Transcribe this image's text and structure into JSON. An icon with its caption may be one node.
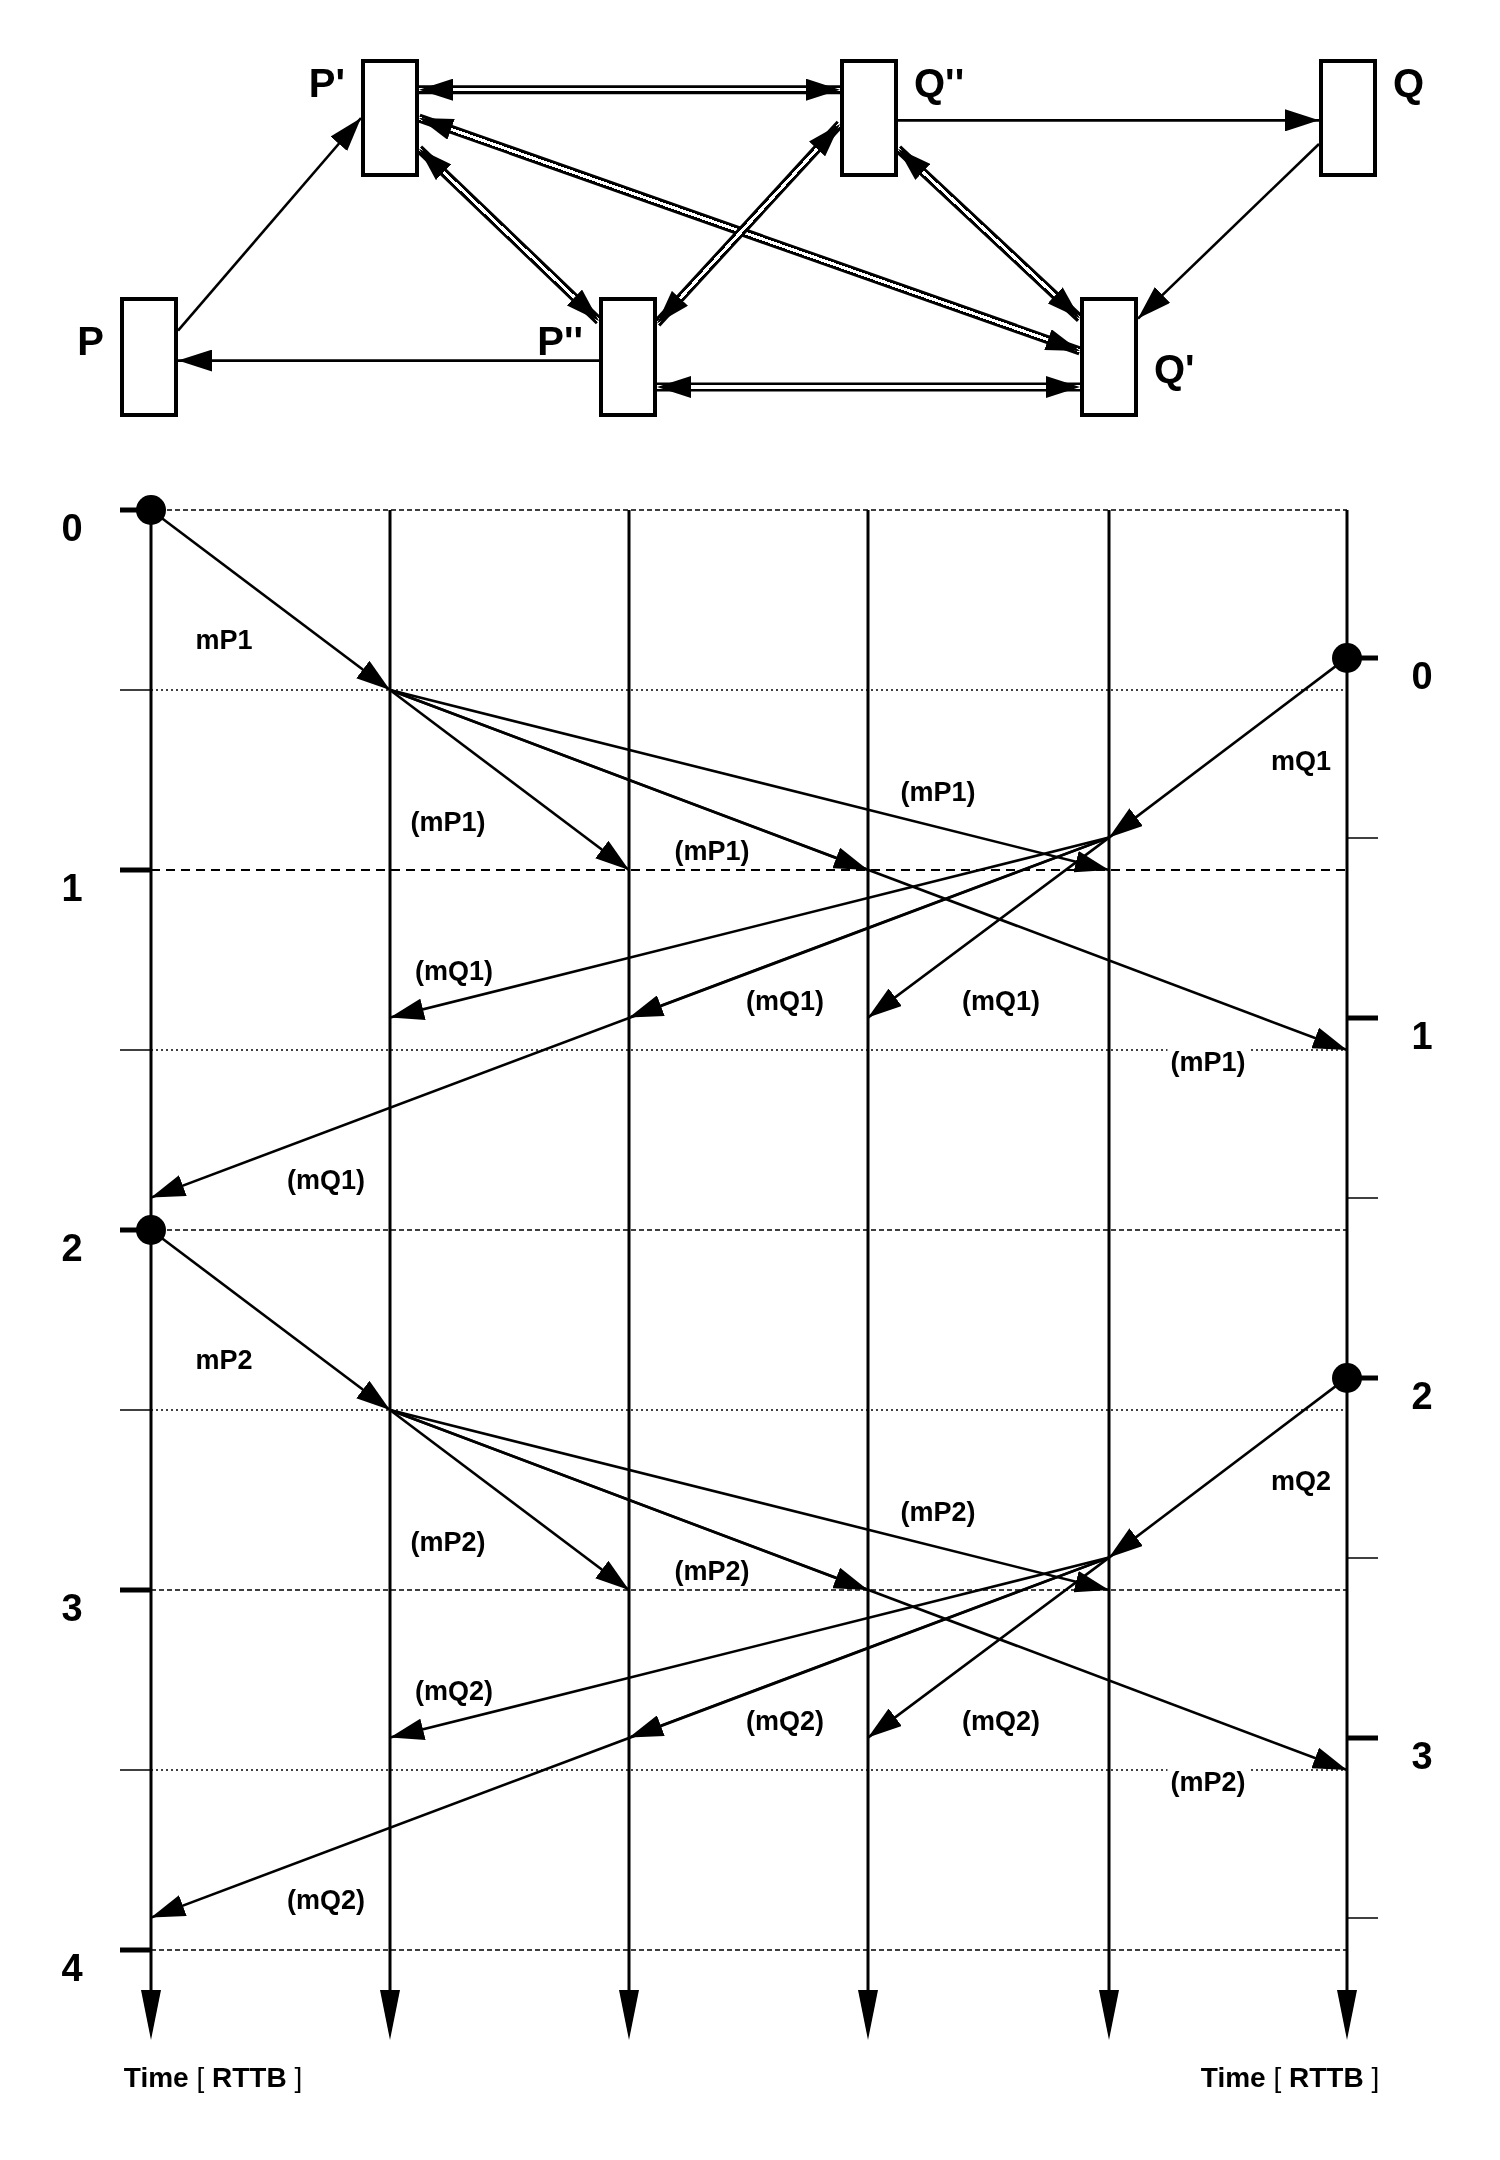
{
  "diagram": {
    "nodes": [
      {
        "text": [
          "P'"
        ]
      },
      {
        "text": [
          "Q''"
        ]
      },
      {
        "text": [
          "Q"
        ]
      },
      {
        "text": [
          "P"
        ]
      },
      {
        "text": [
          "P''"
        ]
      },
      {
        "text": [
          "Q'"
        ]
      },
      {
        "text": [],
        "shape": "line",
        "beside": [
          "**Time** [ **RTTB** ]"
        ]
      },
      {
        "text": [],
        "shape": "line"
      },
      {
        "text": [],
        "shape": "line"
      },
      {
        "text": [],
        "shape": "line"
      },
      {
        "text": [],
        "shape": "line"
      },
      {
        "text": [],
        "shape": "line",
        "beside": [
          "**Time** [ **RTTB** ]"
        ]
      }
    ],
    "edges": [
      {
        "from": 3,
        "to": 0,
        "arrow": "to"
      },
      {
        "from": 4,
        "to": 3,
        "arrow": "to"
      },
      {
        "from": 0,
        "to": 1,
        "arrow": "both",
        "style": "thick"
      },
      {
        "from": 0,
        "to": 4,
        "arrow": "both",
        "style": "thick"
      },
      {
        "from": 0,
        "to": 5,
        "arrow": "both",
        "style": "thick"
      },
      {
        "from": 1,
        "to": 4,
        "arrow": "both",
        "style": "thick"
      },
      {
        "from": 1,
        "to": 5,
        "arrow": "both",
        "style": "thick"
      },
      {
        "from": 1,
        "to": 2,
        "arrow": "to"
      },
      {
        "from": 2,
        "to": 5,
        "arrow": "to"
      },
      {
        "from": 4,
        "to": 5,
        "arrow": "both",
        "style": "thick"
      },
      {
        "from": 6,
        "to": 7,
        "arrow": "to",
        "label": "mP1"
      },
      {
        "from": 7,
        "to": 8,
        "arrow": "to",
        "label": "(mP1)"
      },
      {
        "from": 7,
        "to": 9,
        "arrow": "to",
        "label": "(mP1)"
      },
      {
        "from": 7,
        "to": 10,
        "arrow": "to",
        "label": "(mP1)"
      },
      {
        "from": 7,
        "to": 11,
        "arrow": "to",
        "label": "(mP1)"
      },
      {
        "from": 11,
        "to": 10,
        "arrow": "to",
        "label": "mQ1"
      },
      {
        "from": 10,
        "to": 7,
        "arrow": "to",
        "label": "(mQ1)"
      },
      {
        "from": 10,
        "to": 8,
        "arrow": "to",
        "label": "(mQ1)"
      },
      {
        "from": 10,
        "to": 9,
        "arrow": "to",
        "label": "(mQ1)"
      },
      {
        "from": 10,
        "to": 6,
        "arrow": "to",
        "label": "(mQ1)"
      },
      {
        "from": 6,
        "to": 7,
        "arrow": "to",
        "label": "mP2"
      },
      {
        "from": 7,
        "to": 8,
        "arrow": "to",
        "label": "(mP2)"
      },
      {
        "from": 7,
        "to": 9,
        "arrow": "to",
        "label": "(mP2)"
      },
      {
        "from": 7,
        "to": 10,
        "arrow": "to",
        "label": "(mP2)"
      },
      {
        "from": 7,
        "to": 11,
        "arrow": "to",
        "label": "(mP2)"
      },
      {
        "from": 11,
        "to": 10,
        "arrow": "to",
        "label": "mQ2"
      },
      {
        "from": 10,
        "to": 7,
        "arrow": "to",
        "label": "(mQ2)"
      },
      {
        "from": 10,
        "to": 8,
        "arrow": "to",
        "label": "(mQ2)"
      },
      {
        "from": 10,
        "to": 9,
        "arrow": "to",
        "label": "(mQ2)"
      },
      {
        "from": 10,
        "to": 6,
        "arrow": "to",
        "label": "(mQ2)"
      }
    ],
    "labels": [
      "0",
      "0",
      "1",
      "1",
      "2",
      "2",
      "3",
      "3",
      "4"
    ]
  }
}
